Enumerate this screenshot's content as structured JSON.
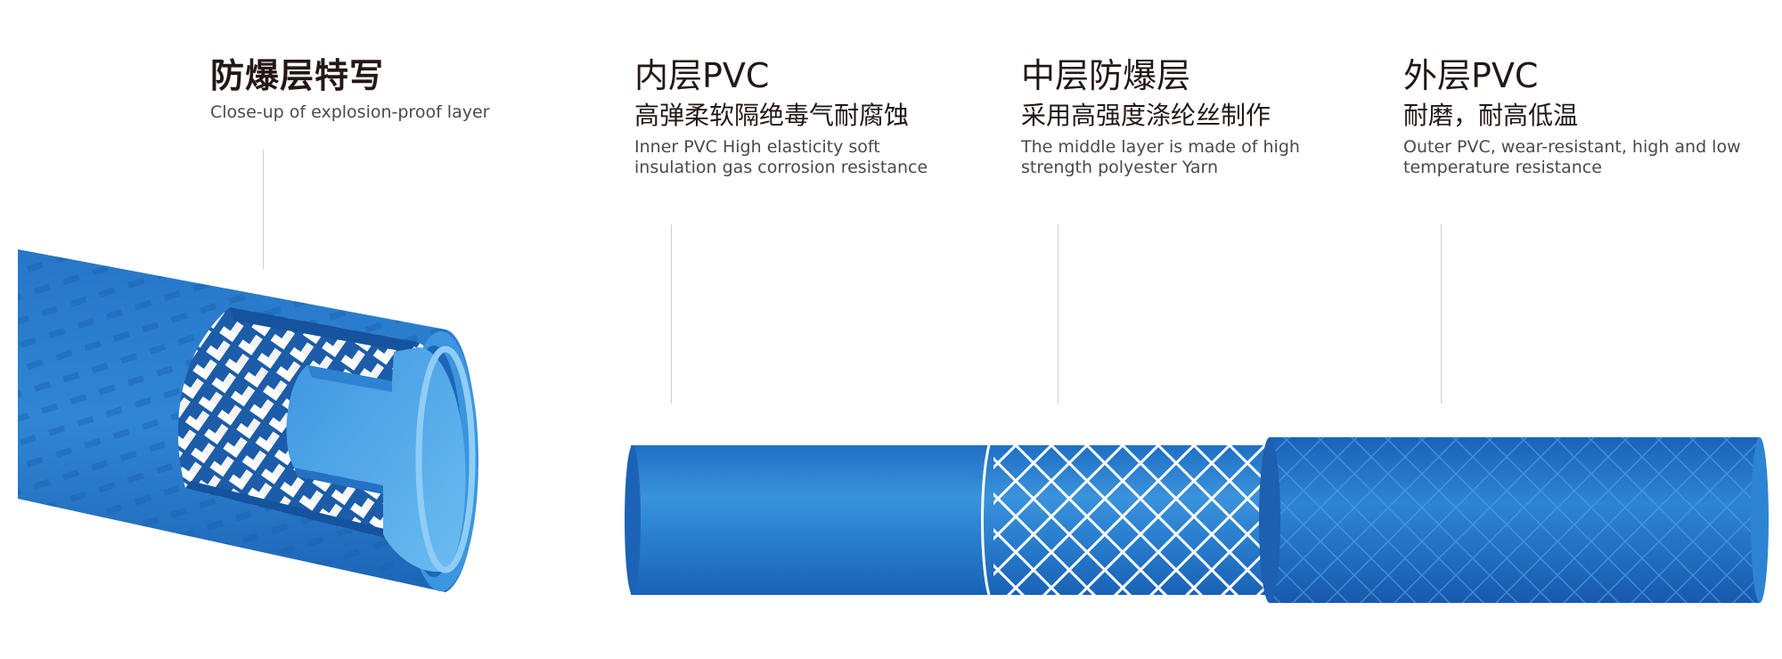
{
  "closeup": {
    "title": "防爆层特写",
    "subtitle": "Close-up of explosion-proof layer"
  },
  "layers": [
    {
      "title": "内层PVC",
      "subtitle": "高弹柔软隔绝毒气耐腐蚀",
      "desc_line1": "Inner PVC High elasticity soft",
      "desc_line2": "insulation gas corrosion resistance"
    },
    {
      "title": "中层防爆层",
      "subtitle": "采用高强度涤纶丝制作",
      "desc_line1": "The middle layer is made of high",
      "desc_line2": "strength polyester Yarn"
    },
    {
      "title": "外层PVC",
      "subtitle": "耐磨，耐高低温",
      "desc_line1": "Outer PVC, wear-resistant, high and low",
      "desc_line2": "temperature resistance"
    }
  ],
  "colors": {
    "hose_blue": "#2a7fd0",
    "hose_dark": "#1658a8",
    "hose_light": "#4ba3e6",
    "inner_light": "#62b6ee",
    "mesh_white": "#ffffff",
    "leader_line": "#cfcfcf"
  }
}
